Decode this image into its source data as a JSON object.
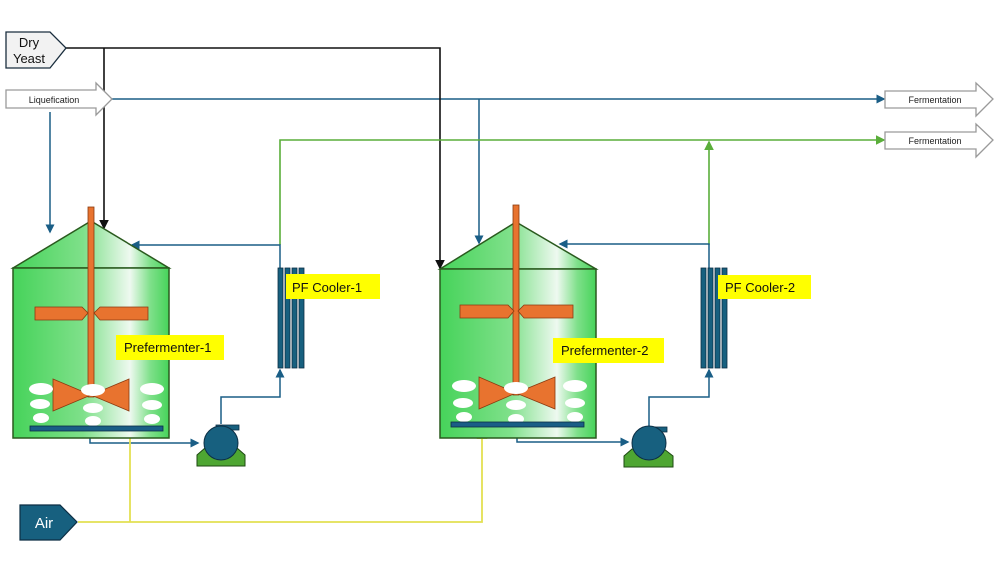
{
  "diagram": {
    "title": "Prefermenter process flow",
    "colors": {
      "feed_line": "#1a5e86",
      "yeast_line": "#111111",
      "cooling_return_line": "#5aae3a",
      "air_line": "#e3e052",
      "tank_green": "#46d35a",
      "tank_outline": "#2a5a1e",
      "agitator": "#e8732f",
      "label_bg": "#ffff00",
      "pump_body": "#17607f",
      "pump_base": "#4ea632",
      "air_tag": "#17607f"
    },
    "inputs": {
      "dry_yeast": {
        "label_line1": "Dry",
        "label_line2": "Yeast"
      },
      "liquefication": {
        "label": "Liquefication"
      },
      "air": {
        "label": "Air"
      }
    },
    "outputs": [
      {
        "label": "Fermentation"
      },
      {
        "label": "Fermentation"
      }
    ],
    "equipment": {
      "prefermenter_1": {
        "label": "Prefermenter-1"
      },
      "prefermenter_2": {
        "label": "Prefermenter-2"
      },
      "cooler_1": {
        "label": "PF Cooler-1"
      },
      "cooler_2": {
        "label": "PF Cooler-2"
      },
      "pump_1": {
        "label": ""
      },
      "pump_2": {
        "label": ""
      }
    }
  }
}
